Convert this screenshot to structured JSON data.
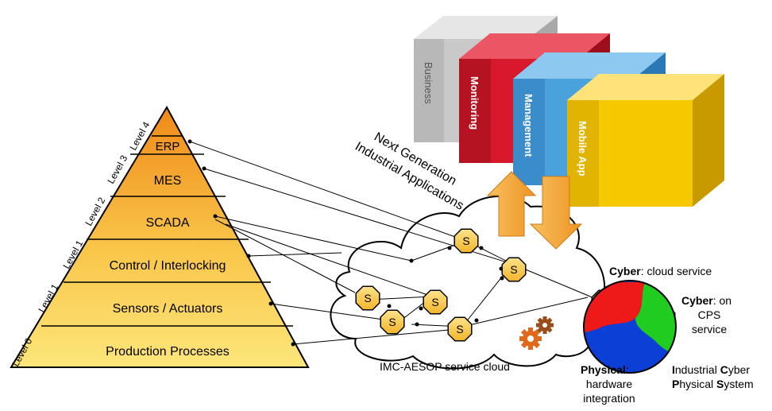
{
  "pyramid": {
    "layers": [
      {
        "label": "ERP"
      },
      {
        "label": "MES"
      },
      {
        "label": "SCADA"
      },
      {
        "label": "Control / Interlocking"
      },
      {
        "label": "Sensors / Actuators"
      },
      {
        "label": "Production Processes"
      }
    ],
    "level_labels": [
      "Level 4",
      "Level 3",
      "Level 2",
      "Level 1",
      "Level 1",
      "Level 0"
    ]
  },
  "apps": {
    "caption_line1": "Next Generation",
    "caption_line2": "Industrial Applications",
    "boxes": [
      {
        "label": "Business",
        "color": "#c9c9c9"
      },
      {
        "label": "Monitoring",
        "color": "#d7192b"
      },
      {
        "label": "Management",
        "color": "#4aa2dd"
      },
      {
        "label": "Mobile App",
        "color": "#f5c800"
      }
    ]
  },
  "cloud": {
    "caption": "IMC-AESOP service cloud",
    "service_label": "S"
  },
  "cps": {
    "cyber_cloud_bold": "Cyber",
    "cyber_cloud_rest": ": cloud service",
    "cyber_on_bold": "Cyber",
    "cyber_on_rest": ": on",
    "cyber_on_line2": "CPS",
    "cyber_on_line3": "service",
    "physical_bold": "Physical",
    "physical_rest": ":",
    "physical_line2": "hardware",
    "physical_line3": "integration",
    "icps_line1_b1": "I",
    "icps_line1_r1": "ndustrial ",
    "icps_line1_b2": "C",
    "icps_line1_r2": "yber",
    "icps_line2_b1": "P",
    "icps_line2_r1": "hysical ",
    "icps_line2_b2": "S",
    "icps_line2_r2": "ystem",
    "service_label": "S"
  }
}
